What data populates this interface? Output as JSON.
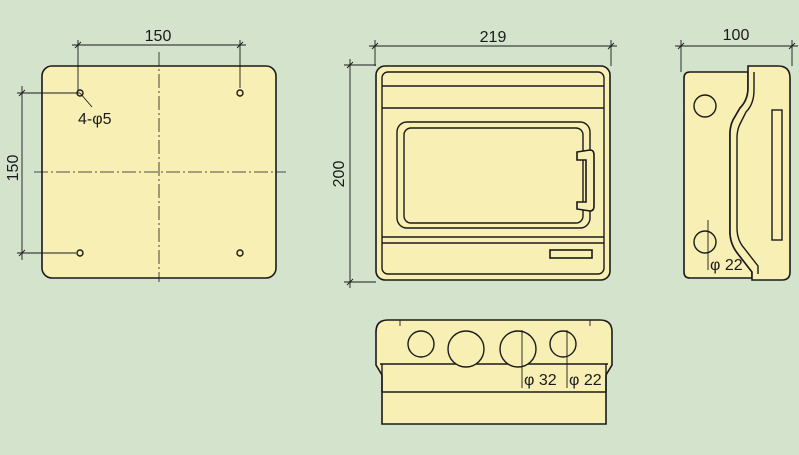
{
  "drawing": {
    "dims": {
      "back_width": "150",
      "back_height": "150",
      "mount_holes": "4-φ5",
      "front_width": "219",
      "front_height": "200",
      "side_depth": "100",
      "side_hole": "φ 22",
      "bottom_hole_large": "φ 32",
      "bottom_hole_small": "φ 22"
    },
    "colors": {
      "background": "#d4e3cc",
      "body": "#f8efb4",
      "line": "#1a1a1a"
    }
  }
}
